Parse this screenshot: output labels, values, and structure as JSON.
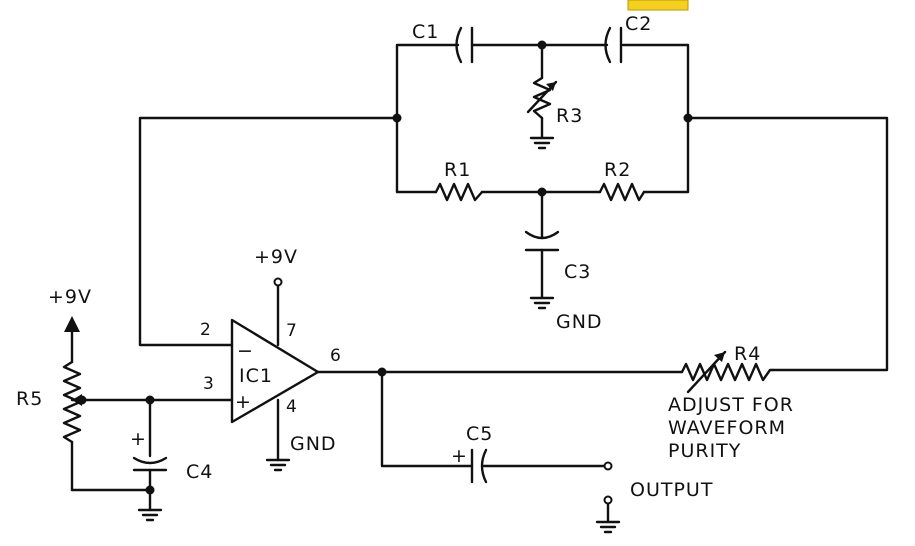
{
  "labels": {
    "c1": "C1",
    "c2": "C2",
    "c3": "C3",
    "c4": "C4",
    "c5": "C5",
    "r1": "R1",
    "r2": "R2",
    "r3": "R3",
    "r4": "R4",
    "r5": "R5",
    "ic1": "IC1",
    "supply_ic": "+9V",
    "supply_r5": "+9V",
    "gnd_c3": "GND",
    "gnd_ic": "GND",
    "output": "OUTPUT",
    "adjust_line1": "ADJUST FOR",
    "adjust_line2": "WAVEFORM",
    "adjust_line3": "PURITY",
    "pin2": "2",
    "pin3": "3",
    "pin4": "4",
    "pin6": "6",
    "pin7": "7",
    "minus": "−",
    "plus": "+",
    "c4_plus": "+",
    "c5_plus": "+"
  },
  "colors": {
    "wire": "#111111",
    "highlight": "#f5d020"
  }
}
